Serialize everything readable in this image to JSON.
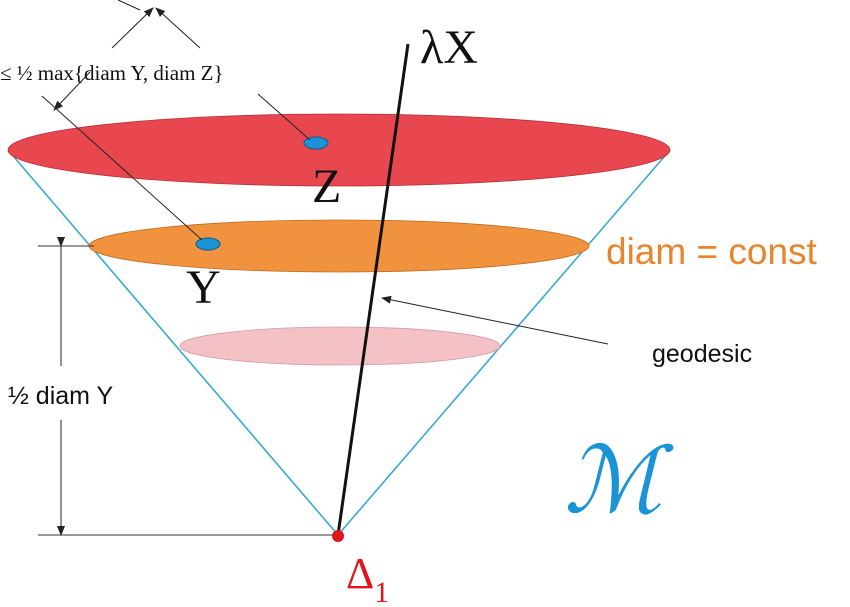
{
  "labels": {
    "lambda_x": "λX",
    "bound": "≤ ½ max{diam Y, diam Z}",
    "set_z": "Z",
    "set_y": "Y",
    "diam_const": "diam = const",
    "geodesic": "geodesic",
    "half_diam_y": "½ diam Y",
    "manifold": "ℳ",
    "apex_base": "Δ",
    "apex_sub": "1"
  },
  "colors": {
    "red_disk": "#e8474f",
    "orange_disk": "#f0923e",
    "pink_disk": "#f4c1c7",
    "cone_edge": "#37a9d8",
    "blue_point": "#1a94d6",
    "manifold": "#1a94d6",
    "diam_const_text": "#e8842c",
    "apex": "#e0161c"
  }
}
